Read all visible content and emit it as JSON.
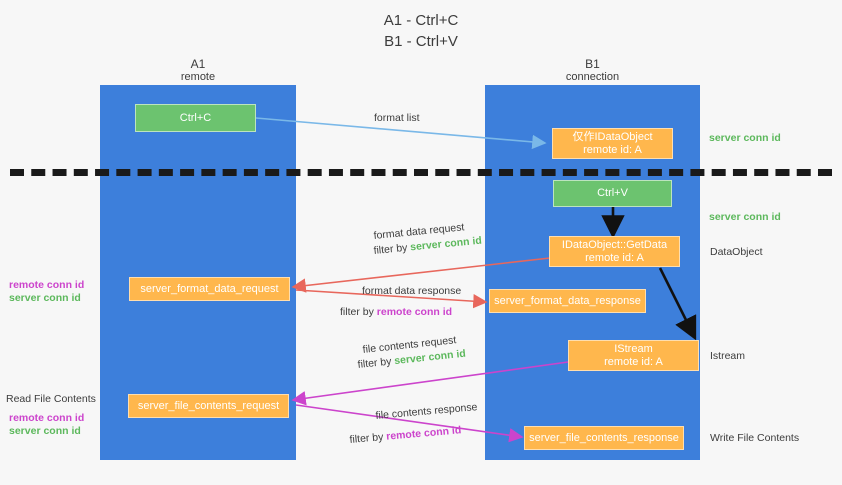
{
  "title": {
    "line1": "A1 - Ctrl+C",
    "line2": "B1 - Ctrl+V"
  },
  "columns": [
    {
      "name": "A1",
      "sub": "remote"
    },
    {
      "name": "B1",
      "sub": "connection"
    }
  ],
  "boxes": {
    "ctrl_c": "Ctrl+C",
    "idataobject": {
      "line1": "仅作IDataObject",
      "line2": "remote id: A"
    },
    "ctrl_v": "Ctrl+V",
    "getdata": {
      "line1": "IDataObject::GetData",
      "line2": "remote id: A"
    },
    "istream": {
      "line1": "IStream",
      "line2": "remote id: A"
    },
    "server_format_data_request": "server_format_data_request",
    "server_format_data_response": "server_format_data_response",
    "server_file_contents_request": "server_file_contents_request",
    "server_file_contents_response": "server_file_contents_response"
  },
  "arrow_labels": {
    "format_list": "format list",
    "format_data_request": "format data request",
    "format_data_request_filter_prefix": "filter by ",
    "format_data_request_filter_value": "server conn id",
    "format_data_response": "format data response",
    "format_data_response_filter_prefix": "filter by ",
    "format_data_response_filter_value": "remote conn id",
    "file_contents_request": "file contents request",
    "file_contents_request_filter_prefix": "filter by ",
    "file_contents_request_filter_value": "server conn id",
    "file_contents_response": "file contents response",
    "file_contents_response_filter_prefix": "filter by ",
    "file_contents_response_filter_value": "remote conn id"
  },
  "right_labels": {
    "server_conn_id_1": "server conn id",
    "server_conn_id_2": "server conn id",
    "dataobject": "DataObject",
    "istream": "Istream",
    "write_file_contents": "Write File Contents"
  },
  "left_labels": {
    "remote_conn_id_1": "remote conn id",
    "server_conn_id_1": "server conn id",
    "read_file_contents": "Read File Contents",
    "remote_conn_id_2": "remote conn id",
    "server_conn_id_2": "server conn id"
  },
  "colors": {
    "lane": "#3d7fdb",
    "green_box": "#6cc36f",
    "orange_box": "#ffb74d",
    "green_text": "#5cb85c",
    "purple_text": "#cc44cc",
    "blue_arrow": "#7ab8e8",
    "red_arrow": "#e8675c",
    "magenta_arrow": "#cc44cc",
    "black_arrow": "#111111",
    "background": "#f7f7f7"
  }
}
